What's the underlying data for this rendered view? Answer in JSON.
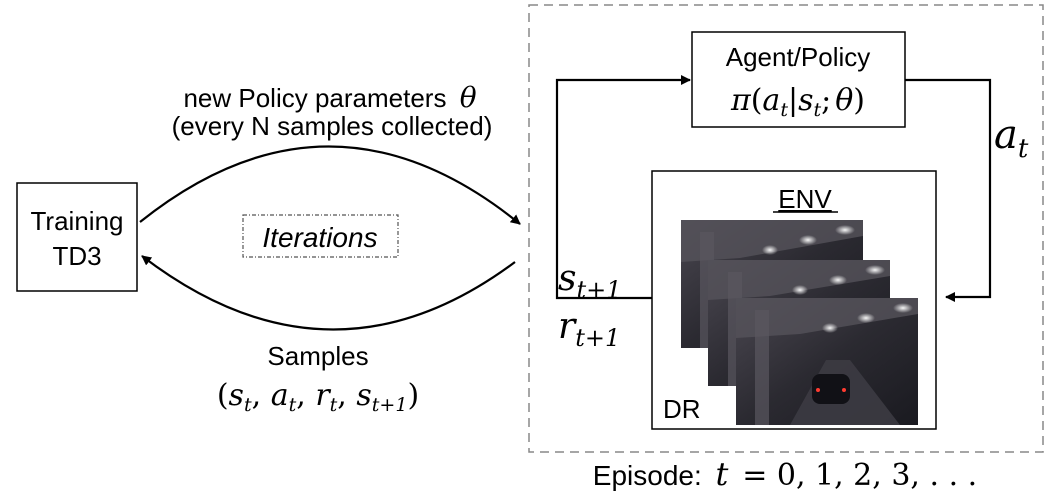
{
  "top_arrow_label": {
    "line1_text": "new Policy parameters",
    "theta": "θ",
    "line2": "(every N samples collected)"
  },
  "training_box": {
    "line1": "Training",
    "line2": "TD3"
  },
  "iterations_label": "Iterations",
  "samples_label": {
    "title": "Samples",
    "tuple": {
      "open": "(",
      "s": "s",
      "t": "t",
      "a": "a",
      "r": "r",
      "tp1": "t+1",
      "sep": ",",
      "close": ")"
    }
  },
  "agent_box": {
    "title": "Agent/Policy",
    "formula": {
      "pi": "π",
      "open": "(",
      "a": "a",
      "t": "t",
      "bar": "|",
      "s": "s",
      "semi": ";",
      "theta": "θ",
      "close": ")"
    }
  },
  "action_label": {
    "a": "a",
    "t": "t"
  },
  "state_label": {
    "s": "s",
    "sub": "t+1"
  },
  "reward_label": {
    "r": "r",
    "sub": "t+1"
  },
  "env_box": {
    "title": "ENV",
    "dr_label": "DR"
  },
  "episode_label": {
    "prefix": "Episode:",
    "t": "t",
    "values": "= 0, 1, 2, 3, . . ."
  },
  "colors": {
    "line": "#000000",
    "dashed_border": "#888888",
    "frame_fill": "#2a2930"
  }
}
